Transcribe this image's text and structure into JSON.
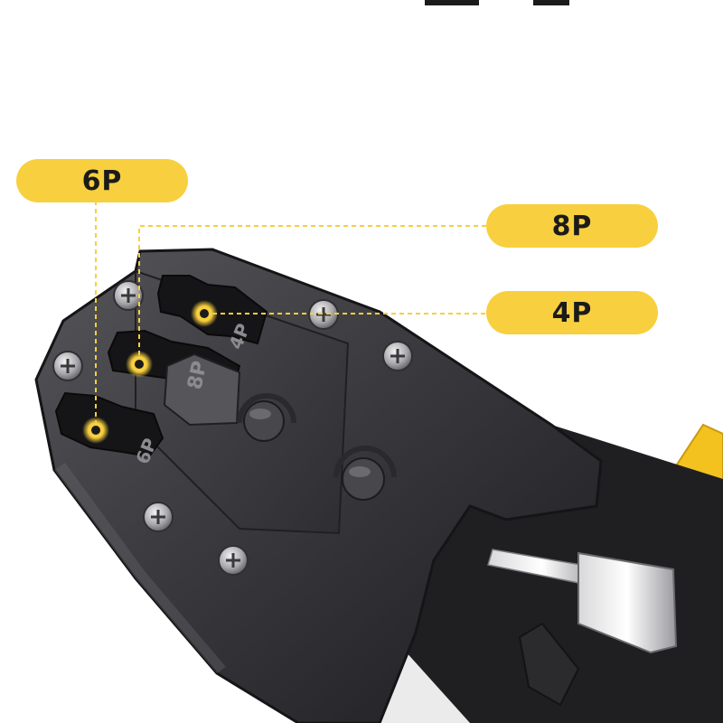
{
  "callouts": {
    "six_p": "6P",
    "eight_p": "8P",
    "four_p": "4P"
  },
  "die_labels": {
    "six_p": "6P",
    "eight_p": "8P",
    "four_p": "4P"
  },
  "colors": {
    "callout_fill": "#f8cf3e",
    "handle_yellow": "#f4c21f",
    "metal_dark": "#2a2a2c",
    "metal_mid": "#4a4a4e"
  }
}
